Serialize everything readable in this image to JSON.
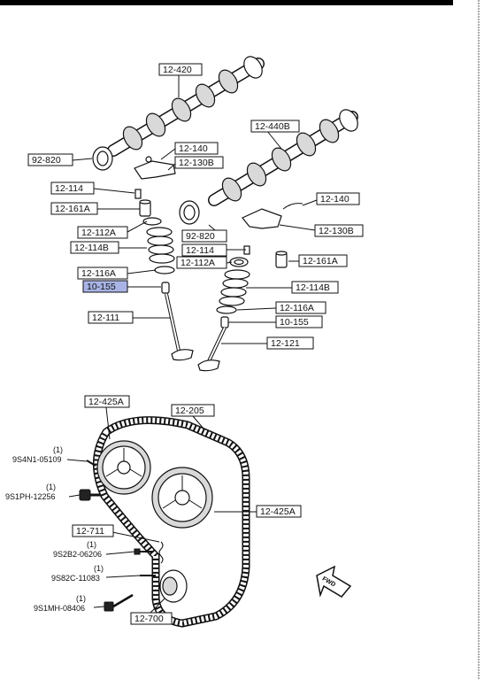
{
  "labels": {
    "l1": "12-420",
    "l2": "12-440B",
    "l3": "92-820",
    "l4": "12-140",
    "l5": "12-130B",
    "l6": "12-114",
    "l7": "12-161A",
    "l8": "12-140",
    "l9": "12-112A",
    "l10": "12-130B",
    "l11": "92-820",
    "l12": "12-114B",
    "l13": "12-114",
    "l14": "12-112A",
    "l15": "12-161A",
    "l16": "12-116A",
    "l17": "10-155",
    "l18": "12-114B",
    "l19": "12-116A",
    "l20": "12-111",
    "l21": "10-155",
    "l22": "12-121",
    "l23": "12-425A",
    "l24": "12-205",
    "l25": "12-425A",
    "l26": "12-711",
    "l27": "12-700"
  },
  "fasteners": [
    {
      "qty": "(1)",
      "part": "9S4N1-05109"
    },
    {
      "qty": "(1)",
      "part": "9S1PH-12256"
    },
    {
      "qty": "(1)",
      "part": "9S2B2-06206"
    },
    {
      "qty": "(1)",
      "part": "9S82C-11083"
    },
    {
      "qty": "(1)",
      "part": "9S1MH-08406"
    }
  ],
  "direction_label": "FWD",
  "highlight_color": "#a9b4e6"
}
